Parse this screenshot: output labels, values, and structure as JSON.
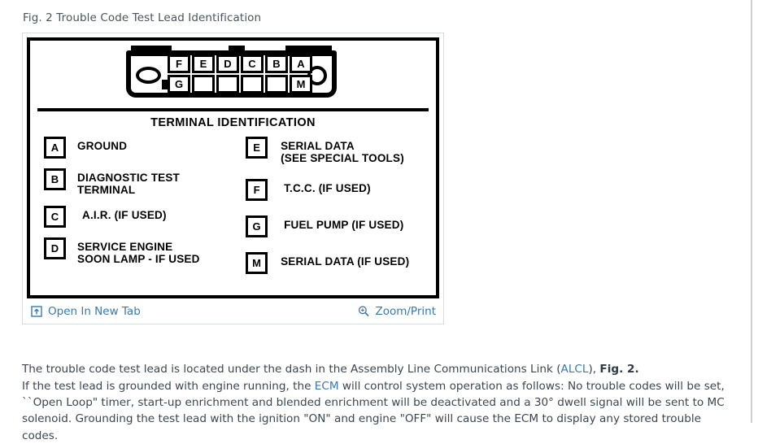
{
  "figure": {
    "caption": "Fig. 2 Trouble Code Test Lead Identification",
    "diagram": {
      "connector": {
        "top_row": [
          "F",
          "E",
          "D",
          "C",
          "B",
          "A"
        ],
        "bottom_row": [
          "G",
          "",
          "",
          "",
          "",
          "M"
        ]
      },
      "heading": "TERMINAL IDENTIFICATION",
      "legend_left": [
        {
          "terminal": "A",
          "label": "GROUND"
        },
        {
          "terminal": "B",
          "label": "DIAGNOSTIC  TEST\nTERMINAL"
        },
        {
          "terminal": "C",
          "label": "A.I.R. (IF USED)"
        },
        {
          "terminal": "D",
          "label": "SERVICE ENGINE\nSOON LAMP - IF USED"
        }
      ],
      "legend_right": [
        {
          "terminal": "E",
          "label": "SERIAL DATA\n(SEE SPECIAL TOOLS)"
        },
        {
          "terminal": "F",
          "label": "T.C.C. (IF USED)"
        },
        {
          "terminal": "G",
          "label": "FUEL PUMP (IF USED)"
        },
        {
          "terminal": "M",
          "label": "SERIAL DATA (IF USED)"
        }
      ]
    },
    "toolbar": {
      "open_new_tab_label": "Open In New Tab",
      "open_new_tab_icon": "open-in-new-tab-icon",
      "zoom_print_label": "Zoom/Print",
      "zoom_print_icon": "magnifier-plus-icon"
    }
  },
  "body": {
    "paragraph1": {
      "text_before_link": "The trouble code test lead is located under the dash in the Assembly Line Communications Link (",
      "link_text": "ALCL",
      "text_after_link": "), ",
      "bold_ref": "Fig. 2."
    },
    "paragraph2": {
      "text_before_link": "If the test lead is grounded with engine running, the ",
      "link_text": "ECM",
      "text_after_link": " will control system operation as follows: No trouble codes will be set, ``Open Loop\" timer, start-up enrichment and blended enrichment will be deactivated and a 30° dwell signal will be sent to MC solenoid. Grounding the test lead with the ignition \"ON\" and engine \"OFF\" will cause the ECM to display any stored trouble codes."
    }
  },
  "colors": {
    "link": "#3878b4",
    "text": "#3b4650",
    "diagram_line": "#000000",
    "frame_border": "#d8dcdf"
  }
}
